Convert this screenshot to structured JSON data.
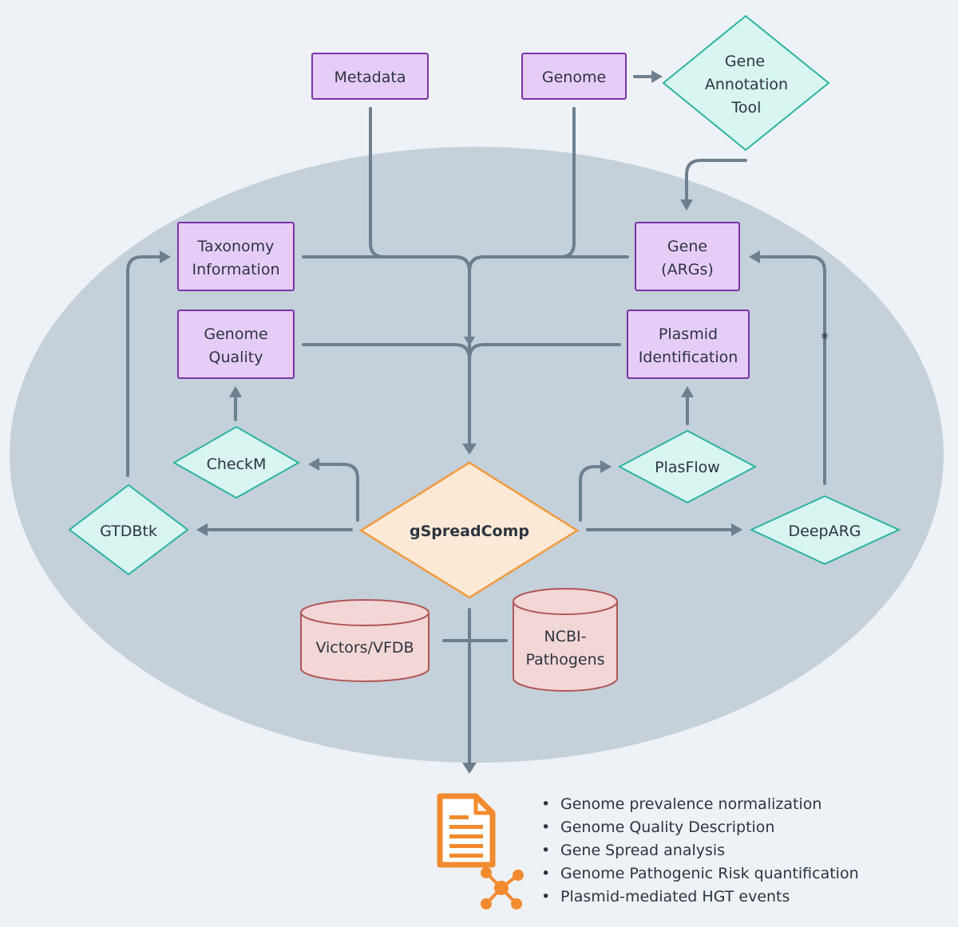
{
  "nodes": {
    "metadata": "Metadata",
    "genome": "Genome",
    "gene_annotation_tool": [
      "Gene",
      "Annotation",
      "Tool"
    ],
    "taxonomy_information": [
      "Taxonomy",
      "Information"
    ],
    "genome_quality": [
      "Genome",
      "Quality"
    ],
    "gene_args": [
      "Gene",
      "(ARGs)"
    ],
    "plasmid_identification": [
      "Plasmid",
      "Identification"
    ],
    "checkm": "CheckM",
    "gtdbtk": "GTDBtk",
    "gspreadcomp": "gSpreadComp",
    "plasflow": "PlasFlow",
    "deeparg": "DeepARG",
    "victors_vfdb": "Victors/VFDB",
    "ncbi_pathogens": [
      "NCBI-",
      "Pathogens"
    ]
  },
  "edge_marker": "*",
  "outputs": [
    "Genome prevalence normalization",
    "Genome Quality Description",
    "Gene Spread analysis",
    "Genome Pathogenic Risk quantification",
    "Plasmid-mediated HGT events"
  ],
  "icons": [
    "document-icon",
    "network-icon"
  ],
  "colors": {
    "background": "#eef2f6",
    "ellipse": "#c4d0da",
    "process_box_fill": "#e6cdf7",
    "process_box_border": "#7a33a8",
    "tool_fill": "#d8f5f0",
    "tool_border": "#2bb3a3",
    "core_fill": "#fde9d6",
    "core_border": "#f29a3d",
    "database_fill": "#f3d6d6",
    "database_border": "#b05656",
    "edge": "#6e7f8f",
    "icon": "#f28a2e"
  }
}
